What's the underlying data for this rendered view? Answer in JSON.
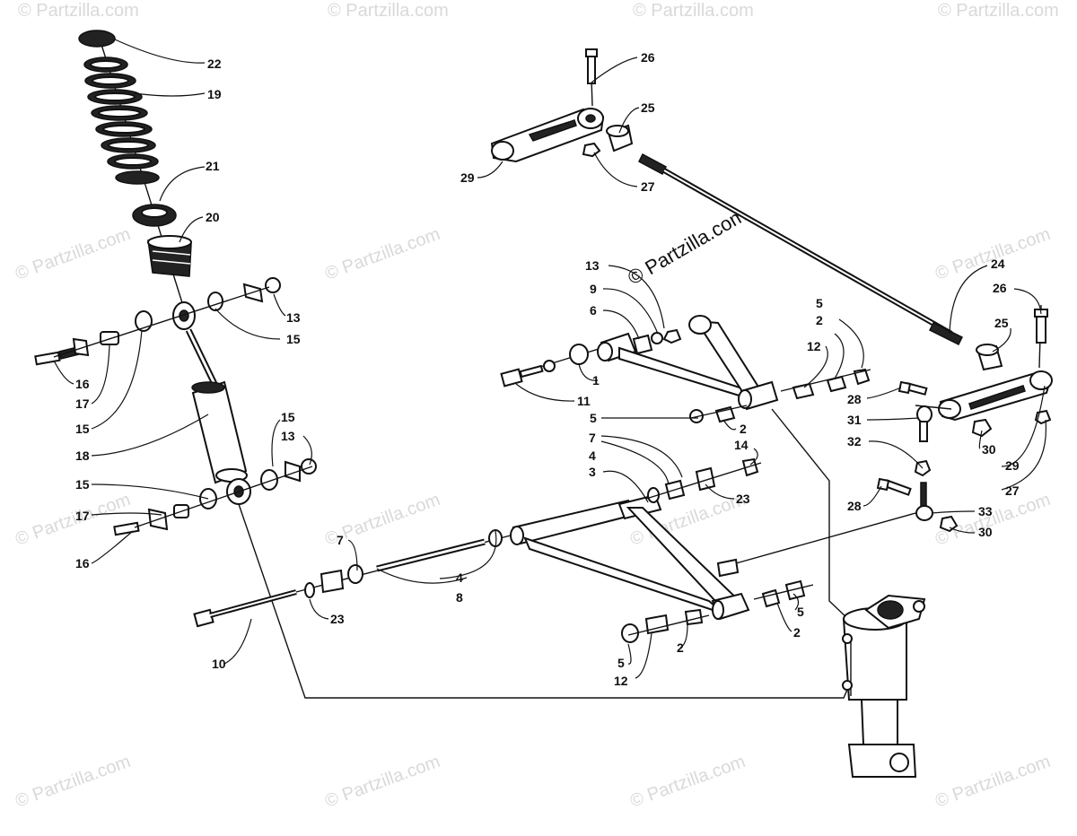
{
  "watermark": {
    "text": "© Partzilla.com",
    "main_text": "© Partzilla.com"
  },
  "callouts": [
    {
      "id": "c22a",
      "text": "22"
    },
    {
      "id": "c19a",
      "text": "19"
    },
    {
      "id": "c21a",
      "text": "21"
    },
    {
      "id": "c20a",
      "text": "20"
    },
    {
      "id": "c13a",
      "text": "13"
    },
    {
      "id": "c15a",
      "text": "15"
    },
    {
      "id": "c16a",
      "text": "16"
    },
    {
      "id": "c17a",
      "text": "17"
    },
    {
      "id": "c15b",
      "text": "15"
    },
    {
      "id": "c18a",
      "text": "18"
    },
    {
      "id": "c15c",
      "text": "15"
    },
    {
      "id": "c13b",
      "text": "13"
    },
    {
      "id": "c15d",
      "text": "15"
    },
    {
      "id": "c17b",
      "text": "17"
    },
    {
      "id": "c16b",
      "text": "16"
    },
    {
      "id": "c26a",
      "text": "26"
    },
    {
      "id": "c25a",
      "text": "25"
    },
    {
      "id": "c29a",
      "text": "29"
    },
    {
      "id": "c27a",
      "text": "27"
    },
    {
      "id": "c13c",
      "text": "13"
    },
    {
      "id": "c9a",
      "text": "9"
    },
    {
      "id": "c6a",
      "text": "6"
    },
    {
      "id": "c1a",
      "text": "1"
    },
    {
      "id": "c11a",
      "text": "11"
    },
    {
      "id": "c5a",
      "text": "5"
    },
    {
      "id": "c2a",
      "text": "2"
    },
    {
      "id": "c12a",
      "text": "12"
    },
    {
      "id": "c5b",
      "text": "5"
    },
    {
      "id": "c2b",
      "text": "2"
    },
    {
      "id": "c7a",
      "text": "7"
    },
    {
      "id": "c4a",
      "text": "4"
    },
    {
      "id": "c14a",
      "text": "14"
    },
    {
      "id": "c3a",
      "text": "3"
    },
    {
      "id": "c23a",
      "text": "23"
    },
    {
      "id": "c24a",
      "text": "24"
    },
    {
      "id": "c26b",
      "text": "26"
    },
    {
      "id": "c25b",
      "text": "25"
    },
    {
      "id": "c28a",
      "text": "28"
    },
    {
      "id": "c31a",
      "text": "31"
    },
    {
      "id": "c30a",
      "text": "30"
    },
    {
      "id": "c29b",
      "text": "29"
    },
    {
      "id": "c32a",
      "text": "32"
    },
    {
      "id": "c27b",
      "text": "27"
    },
    {
      "id": "c28b",
      "text": "28"
    },
    {
      "id": "c33a",
      "text": "33"
    },
    {
      "id": "c30b",
      "text": "30"
    },
    {
      "id": "c7b",
      "text": "7"
    },
    {
      "id": "c4b",
      "text": "4"
    },
    {
      "id": "c8a",
      "text": "8"
    },
    {
      "id": "c23b",
      "text": "23"
    },
    {
      "id": "c10a",
      "text": "10"
    },
    {
      "id": "c5c",
      "text": "5"
    },
    {
      "id": "c2c",
      "text": "2"
    },
    {
      "id": "c2d",
      "text": "2"
    },
    {
      "id": "c5d",
      "text": "5"
    },
    {
      "id": "c12b",
      "text": "12"
    }
  ]
}
